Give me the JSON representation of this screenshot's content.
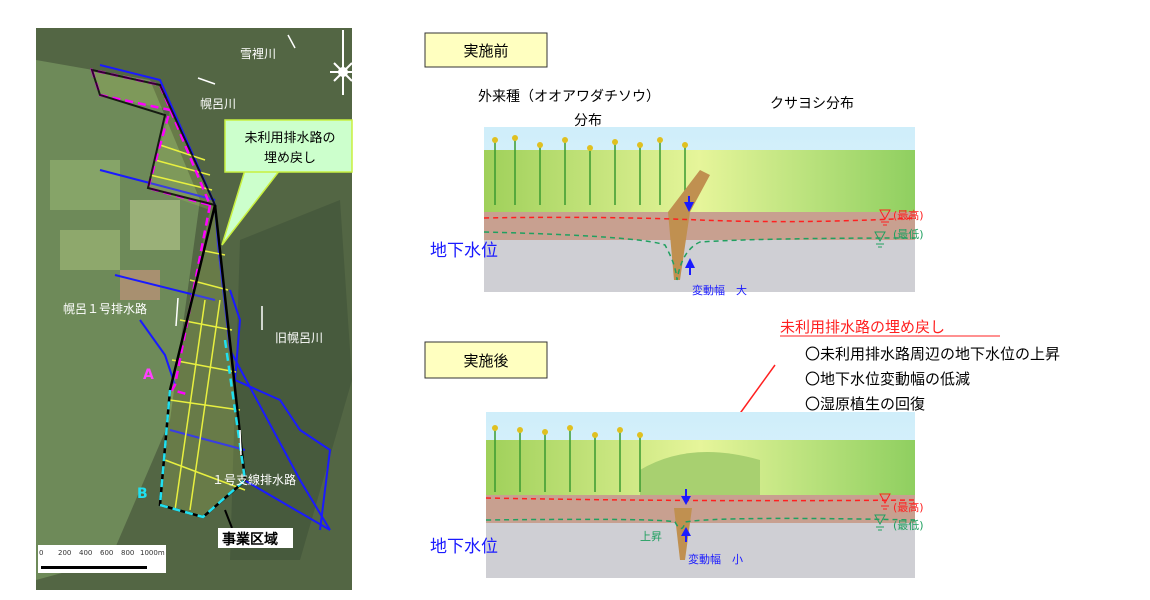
{
  "map": {
    "labels": {
      "river_yukari": "雪裡川",
      "river_horoku": "幌呂川",
      "callout": [
        "未利用排水路の",
        "埋め戻し"
      ],
      "drain_1": "幌呂１号排水路",
      "old_river": "旧幌呂川",
      "area_a": "A",
      "area_b": "B",
      "branch_drain": "１号支線排水路",
      "project_area": "事業区域"
    },
    "scale_ticks": [
      "0",
      "200",
      "400",
      "600",
      "800",
      "1000m"
    ]
  },
  "before": {
    "title": "実施前",
    "invasive_label": "外来種（オオアワダチソウ）",
    "invasive_label2": "分布",
    "reed_label": "クサヨシ分布",
    "groundwater": "地下水位",
    "max": "(最高)",
    "min": "(最低)",
    "fluctuation": "変動幅　大"
  },
  "measure": {
    "heading": "未利用排水路の埋め戻し",
    "bullets": [
      "〇未利用排水路周辺の地下水位の上昇",
      "〇地下水位変動幅の低減",
      "〇湿原植生の回復"
    ]
  },
  "after": {
    "title": "実施後",
    "groundwater": "地下水位",
    "rise": "上昇",
    "max": "(最高)",
    "min": "(最低)",
    "fluctuation": "変動幅　小"
  },
  "colors": {
    "blue": "#1a1aff",
    "red": "#ff2020",
    "green": "#20a060",
    "magenta": "#ff00ff",
    "cyan": "#20e0f0"
  }
}
